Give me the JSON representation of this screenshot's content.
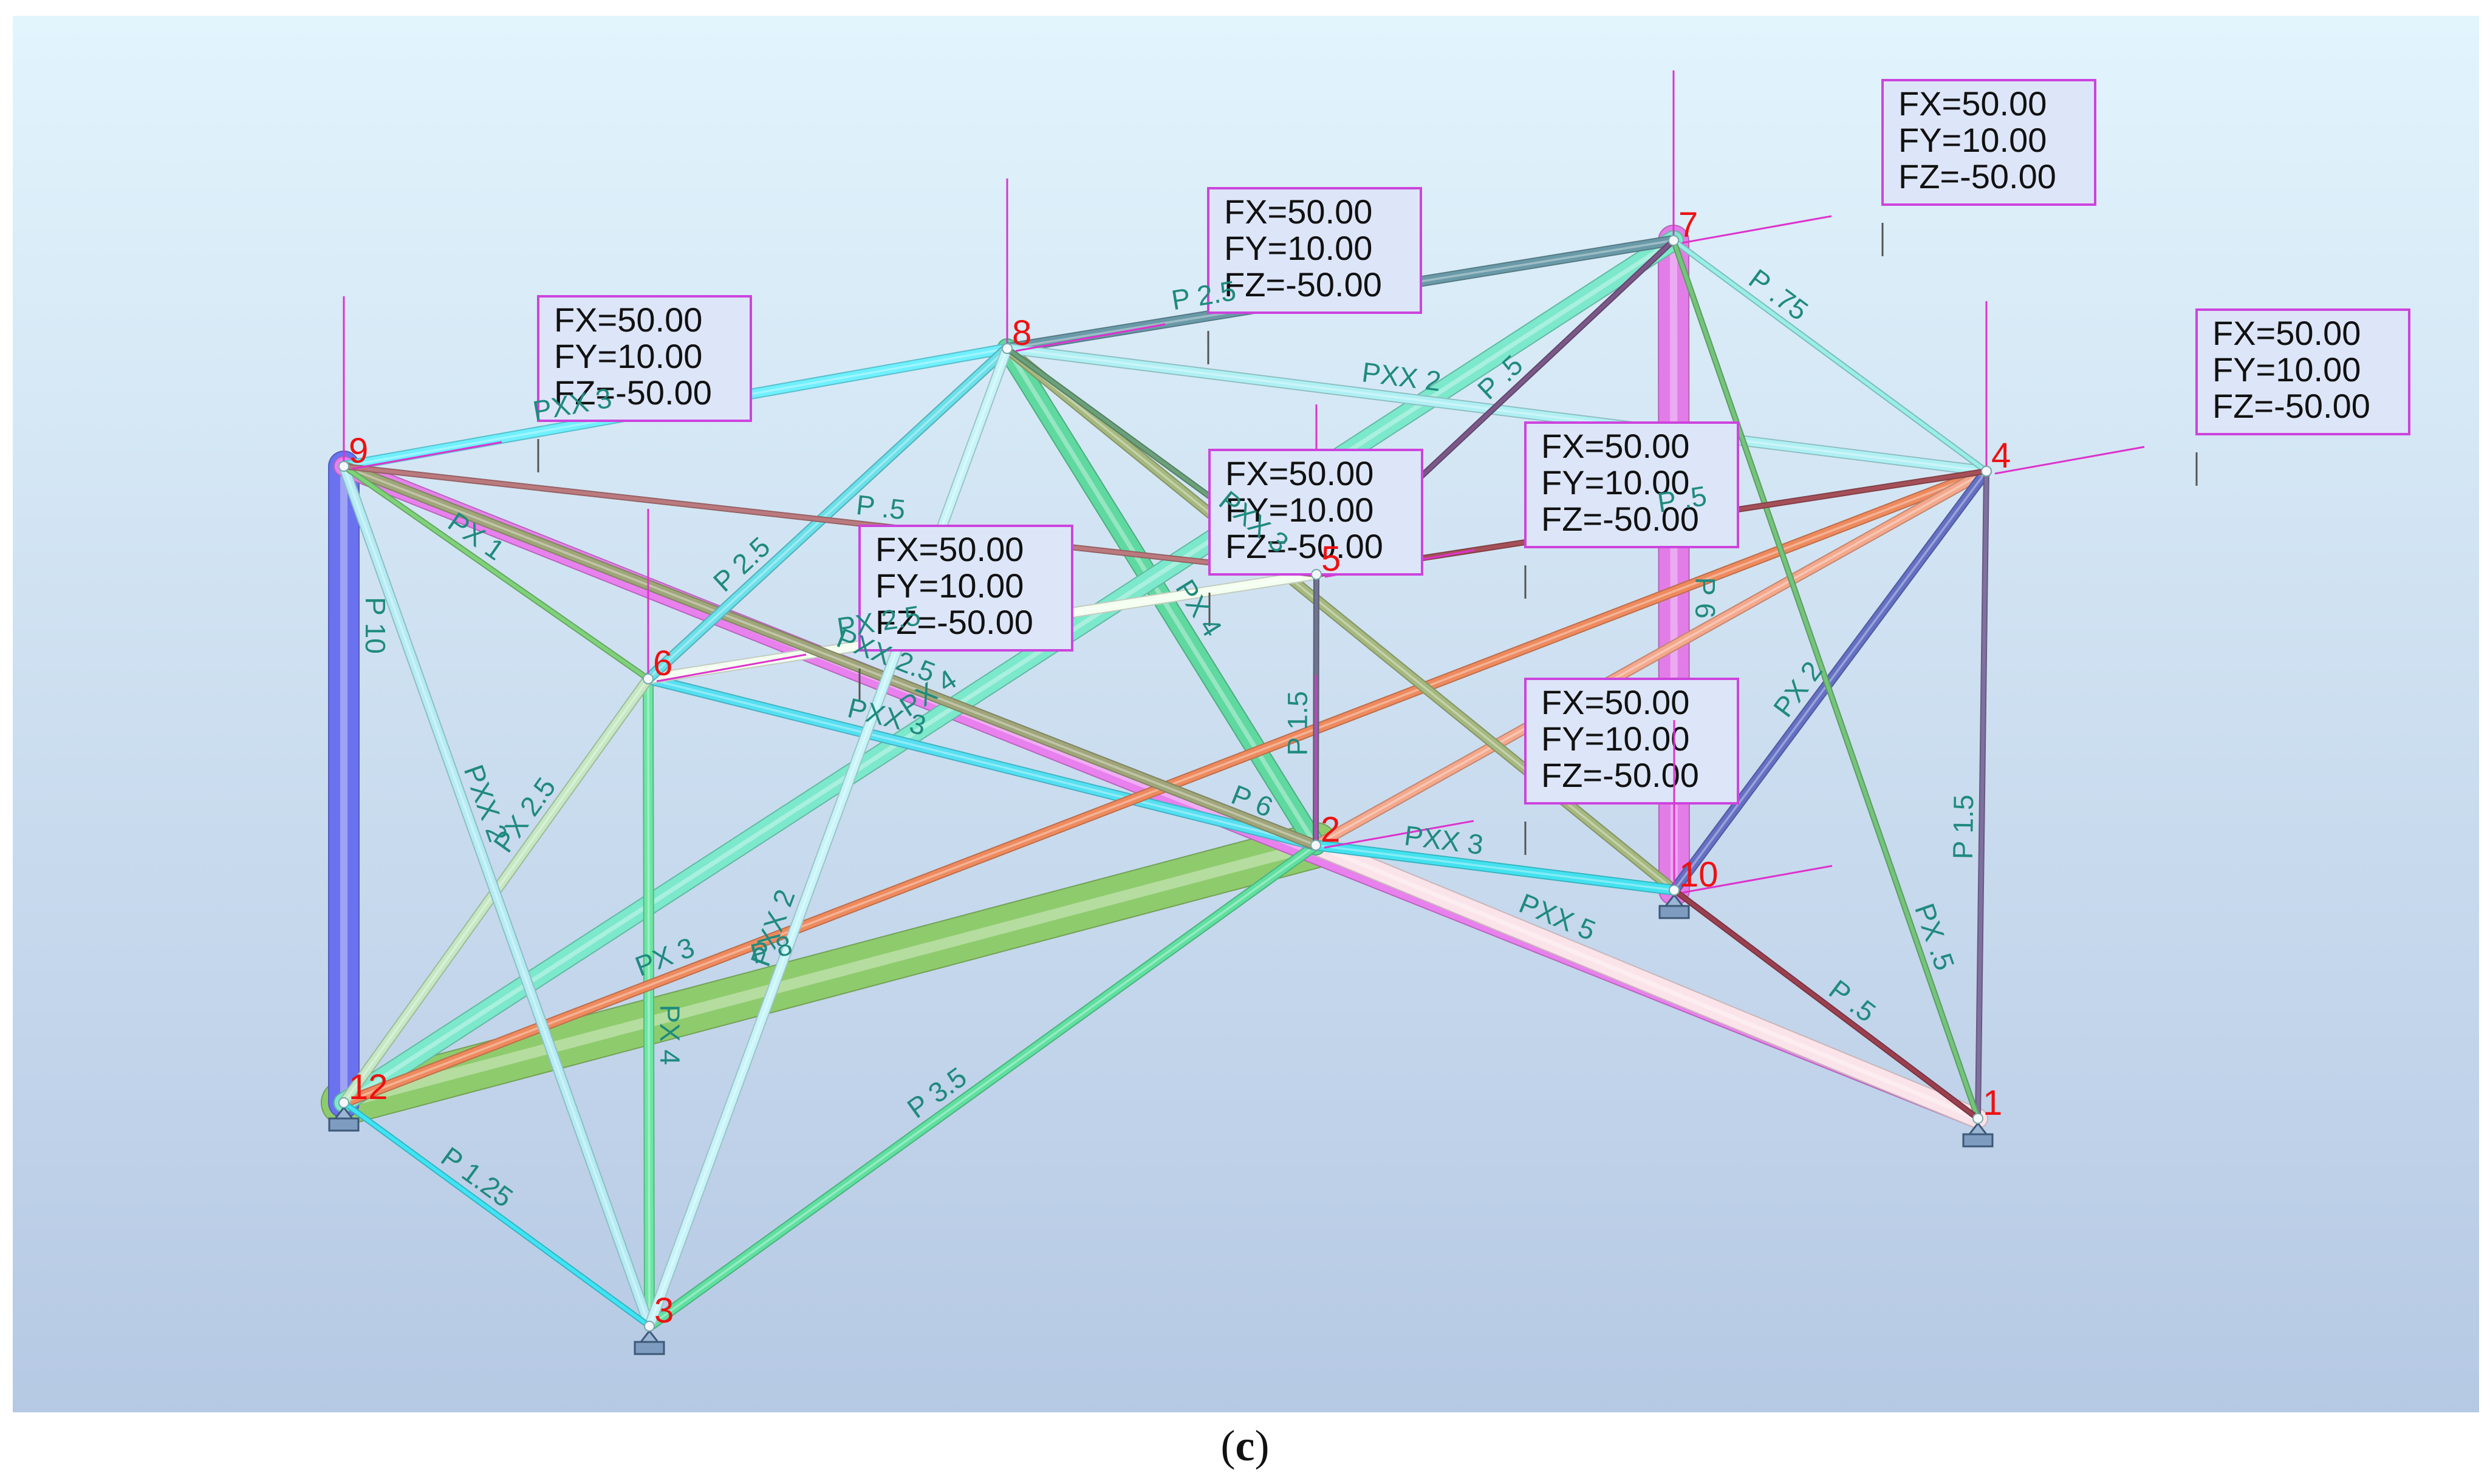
{
  "caption": {
    "open": "(",
    "letter": "c",
    "close": ")"
  },
  "colors": {
    "background_top": "#e2f4fc",
    "background_bottom": "#b6c9e4",
    "node_label": "#ee1111",
    "member_label": "#1f8a7e",
    "load_box_border": "#cc44dd",
    "load_box_fill": "#dde6f8",
    "load_line": "#dd33cc"
  },
  "nodes": [
    {
      "id": "1",
      "label": "1"
    },
    {
      "id": "2",
      "label": "2"
    },
    {
      "id": "3",
      "label": "3"
    },
    {
      "id": "4",
      "label": "4"
    },
    {
      "id": "5",
      "label": "5"
    },
    {
      "id": "6",
      "label": "6"
    },
    {
      "id": "7",
      "label": "7"
    },
    {
      "id": "8",
      "label": "8"
    },
    {
      "id": "9",
      "label": "9"
    },
    {
      "id": "10",
      "label": "10"
    },
    {
      "id": "12",
      "label": "12"
    }
  ],
  "supports": [
    "12",
    "3",
    "10",
    "1"
  ],
  "members": [
    {
      "from": "9",
      "to": "12",
      "label": "P 10",
      "color": "#6a72f0",
      "size": "thick",
      "style": "tube"
    },
    {
      "from": "12",
      "to": "2",
      "label": "P 8",
      "color": "#8ecb6c",
      "size": "xthick",
      "style": "solid"
    },
    {
      "from": "7",
      "to": "10",
      "label": "P 6",
      "color": "#e27de8",
      "size": "thick",
      "style": "tube"
    },
    {
      "from": "9",
      "to": "1",
      "label": "P 6",
      "color": "#e880ee",
      "size": "medium",
      "style": "solid"
    },
    {
      "from": "2",
      "to": "1",
      "label": "PXX 5",
      "color": "#fbe3ea",
      "size": "medium",
      "style": "solid"
    },
    {
      "from": "8",
      "to": "2",
      "label": "PX 4",
      "color": "#5fd9a0",
      "size": "medium",
      "style": "solid"
    },
    {
      "from": "7",
      "to": "12",
      "label": "PX 4",
      "color": "#7ce8cc",
      "size": "medium",
      "style": "solid"
    },
    {
      "from": "6",
      "to": "3",
      "label": "PX 4",
      "color": "#6ce6a4",
      "size": "thin",
      "style": "solid"
    },
    {
      "from": "3",
      "to": "2",
      "label": "P 3.5",
      "color": "#5fe0a0",
      "size": "thin",
      "style": "solid"
    },
    {
      "from": "9",
      "to": "8",
      "label": "PXX 3",
      "color": "#6ff0ff",
      "size": "thin",
      "style": "solid"
    },
    {
      "from": "6",
      "to": "2",
      "label": "PXX 3",
      "color": "#55e0f2",
      "size": "thin",
      "style": "solid"
    },
    {
      "from": "12",
      "to": "4",
      "label": "PX 3",
      "color": "#ee8a5e",
      "size": "thin",
      "style": "solid"
    },
    {
      "from": "2",
      "to": "4",
      "label": "",
      "color": "#f4a88c",
      "size": "thin",
      "style": "solid"
    },
    {
      "from": "8",
      "to": "10",
      "label": "PXX 3",
      "color": "#a5b87e",
      "size": "thin",
      "style": "solid"
    },
    {
      "from": "2",
      "to": "10",
      "label": "PXX 3",
      "color": "#44e2f0",
      "size": "thin",
      "style": "solid"
    },
    {
      "from": "8",
      "to": "7",
      "label": "P 2.5",
      "color": "#6a9aa8",
      "size": "thin",
      "style": "solid"
    },
    {
      "from": "6",
      "to": "8",
      "label": "P 2.5",
      "color": "#5a8aa0",
      "size": "thin",
      "style": "solid"
    },
    {
      "from": "6",
      "to": "5",
      "label": "PX 2.5",
      "color": "#f4fff0",
      "size": "thin",
      "style": "solid"
    },
    {
      "from": "6",
      "to": "12",
      "label": "PX 2.5",
      "color": "#c5e8c2",
      "size": "thin",
      "style": "solid"
    },
    {
      "from": "9",
      "to": "2",
      "label": "PXX 2.5",
      "color": "#a0a67a",
      "size": "thin",
      "style": "solid"
    },
    {
      "from": "8",
      "to": "6",
      "label": "",
      "color": "#6ae0ea",
      "size": "thin",
      "style": "solid"
    },
    {
      "from": "9",
      "to": "3",
      "label": "PXX 2",
      "color": "#b4ecf4",
      "size": "thin",
      "style": "solid"
    },
    {
      "from": "3",
      "to": "8",
      "label": "PXX 2",
      "color": "#c6f4f8",
      "size": "thin",
      "style": "solid"
    },
    {
      "from": "10",
      "to": "4",
      "label": "PX 2",
      "color": "#6470c4",
      "size": "thin",
      "style": "solid"
    },
    {
      "from": "8",
      "to": "4",
      "label": "PXX 2",
      "color": "#b0f0f4",
      "size": "thin",
      "style": "solid"
    },
    {
      "from": "4",
      "to": "1",
      "label": "P 1.5",
      "color": "#8070a0",
      "size": "hair",
      "style": "solid"
    },
    {
      "from": "5",
      "to": "2",
      "label": "P 1.5",
      "color": "#707490",
      "size": "hair",
      "style": "solid"
    },
    {
      "from": "12",
      "to": "3",
      "label": "P 1.25",
      "color": "#40e4f4",
      "size": "hair",
      "style": "solid"
    },
    {
      "from": "9",
      "to": "6",
      "label": "PX 1",
      "color": "#7fd27a",
      "size": "hair",
      "style": "solid"
    },
    {
      "from": "7",
      "to": "4",
      "label": "P .75",
      "color": "#9aeee8",
      "size": "hair",
      "style": "solid"
    },
    {
      "from": "7",
      "to": "1",
      "label": "PX .5",
      "color": "#74c47c",
      "size": "hair",
      "style": "solid"
    },
    {
      "from": "5",
      "to": "4",
      "label": "P .5",
      "color": "#a55058",
      "size": "hair",
      "style": "solid"
    },
    {
      "from": "9",
      "to": "5",
      "label": "P .5",
      "color": "#bb7a7e",
      "size": "hair",
      "style": "solid"
    },
    {
      "from": "8",
      "to": "5",
      "label": "",
      "color": "#6aa07a",
      "size": "hair",
      "style": "solid"
    },
    {
      "from": "5",
      "to": "7",
      "label": "P .5",
      "color": "#7a5888",
      "size": "hair",
      "style": "solid"
    },
    {
      "from": "10",
      "to": "1",
      "label": "P .5",
      "color": "#9a4050",
      "size": "hair",
      "style": "solid"
    }
  ],
  "loads": [
    {
      "node": "9",
      "fx": "FX=50.00",
      "fy": "FY=10.00",
      "fz": "FZ=-50.00"
    },
    {
      "node": "8",
      "fx": "FX=50.00",
      "fy": "FY=10.00",
      "fz": "FZ=-50.00"
    },
    {
      "node": "7",
      "fx": "FX=50.00",
      "fy": "FY=10.00",
      "fz": "FZ=-50.00"
    },
    {
      "node": "4",
      "fx": "FX=50.00",
      "fy": "FY=10.00",
      "fz": "FZ=-50.00"
    },
    {
      "node": "5",
      "fx": "FX=50.00",
      "fy": "FY=10.00",
      "fz": "FZ=-50.00"
    },
    {
      "node": "6",
      "fx": "FX=50.00",
      "fy": "FY=10.00",
      "fz": "FZ=-50.00"
    },
    {
      "node": "2",
      "fx": "FX=50.00",
      "fy": "FY=10.00",
      "fz": "FZ=-50.00"
    },
    {
      "node": "10",
      "fx": "FX=50.00",
      "fy": "FY=10.00",
      "fz": "FZ=-50.00"
    }
  ]
}
